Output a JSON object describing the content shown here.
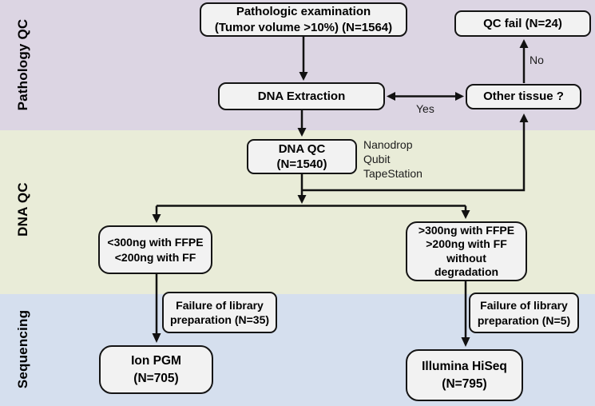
{
  "bands": [
    {
      "label": "Pathology QC",
      "color": "#dcd5e3"
    },
    {
      "label": "DNA QC",
      "color": "#e9ecd8"
    },
    {
      "label": "Sequencing",
      "color": "#d5dfee"
    }
  ],
  "nodes": {
    "pathologic_exam": {
      "lines": [
        "Pathologic examination",
        "(Tumor volume >10%) (N=1564)"
      ]
    },
    "qc_fail": {
      "lines": [
        "QC fail (N=24)"
      ]
    },
    "dna_extraction": {
      "lines": [
        "DNA Extraction"
      ]
    },
    "other_tissue": {
      "lines": [
        "Other tissue ?"
      ]
    },
    "dna_qc": {
      "lines": [
        "DNA QC",
        "(N=1540)"
      ]
    },
    "low_input": {
      "lines": [
        "<300ng with FFPE",
        "<200ng with FF"
      ]
    },
    "high_input": {
      "lines": [
        ">300ng with FFPE",
        ">200ng with FF",
        "without",
        "degradation"
      ]
    },
    "failure_left": {
      "lines": [
        "Failure of library",
        "preparation (N=35)"
      ]
    },
    "failure_right": {
      "lines": [
        "Failure of library",
        "preparation (N=5)"
      ]
    },
    "ion_pgm": {
      "lines": [
        "Ion PGM",
        "(N=705)"
      ]
    },
    "illumina_hiseq": {
      "lines": [
        "Illumina HiSeq",
        "(N=795)"
      ]
    }
  },
  "annotations": {
    "qc_methods": [
      "Nanodrop",
      "Qubit",
      "TapeStation"
    ],
    "yes_label": "Yes",
    "no_label": "No"
  },
  "style_colors": {
    "node_fill": "#f2f2f2",
    "node_border": "#141414",
    "arrow": "#111111"
  }
}
